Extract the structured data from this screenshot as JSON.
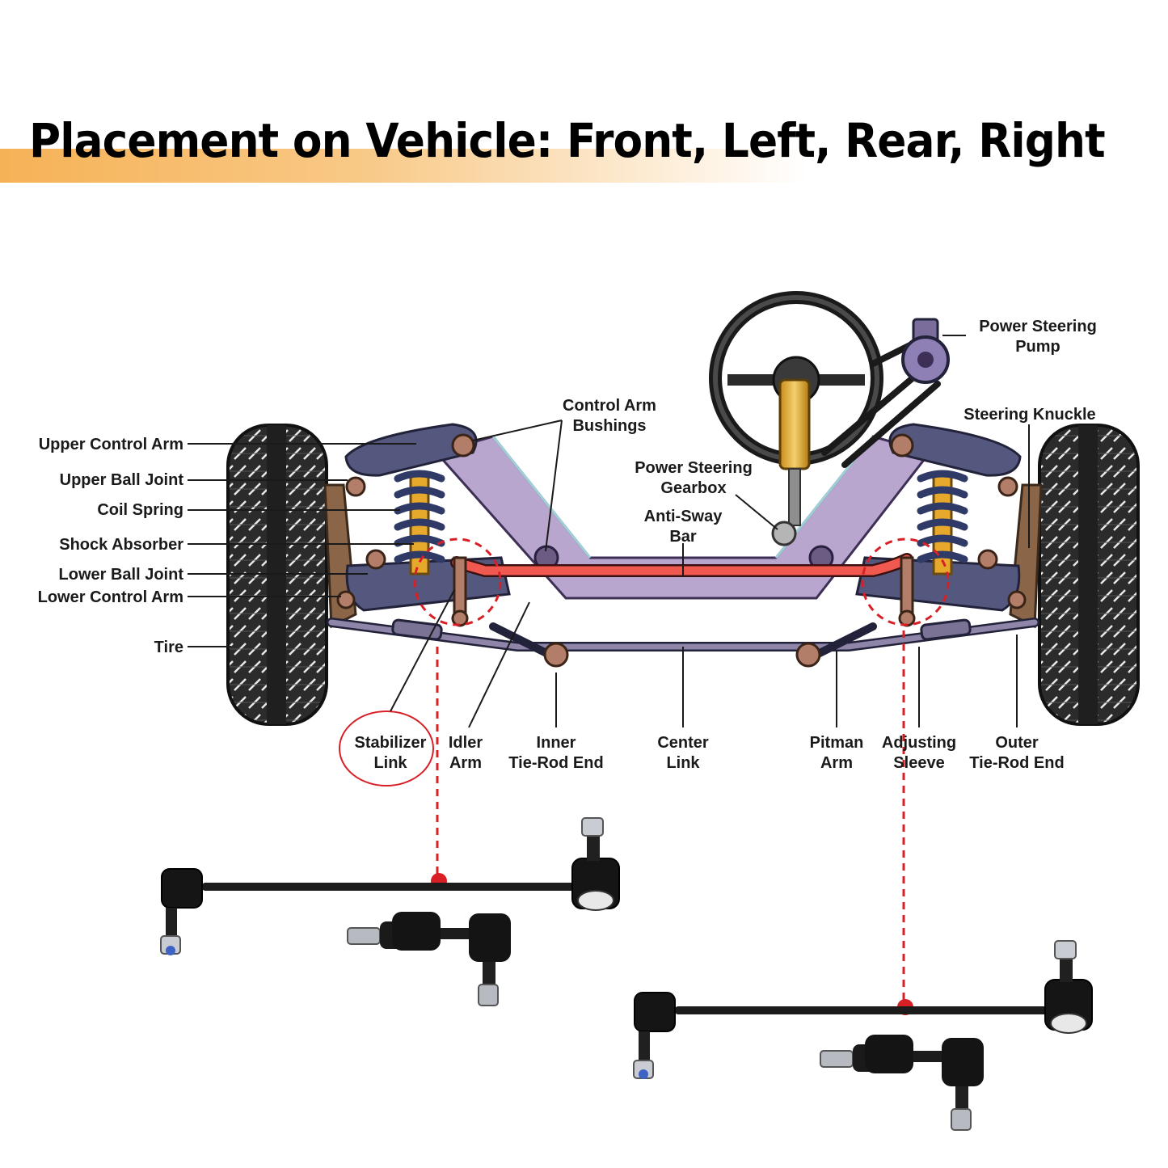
{
  "title": "Placement on Vehicle: Front, Left, Rear, Right",
  "labels": {
    "upper_control_arm": "Upper Control Arm",
    "upper_ball_joint": "Upper Ball Joint",
    "coil_spring": "Coil Spring",
    "shock_absorber": "Shock Absorber",
    "lower_ball_joint": "Lower Ball Joint",
    "lower_control_arm": "Lower Control Arm",
    "tire": "Tire",
    "control_arm_bushings_1": "Control Arm",
    "control_arm_bushings_2": "Bushings",
    "power_steering_gearbox_1": "Power Steering",
    "power_steering_gearbox_2": "Gearbox",
    "anti_sway_bar_1": "Anti-Sway",
    "anti_sway_bar_2": "Bar",
    "power_steering_pump_1": "Power Steering",
    "power_steering_pump_2": "Pump",
    "steering_knuckle": "Steering Knuckle",
    "stabilizer_link_1": "Stabilizer",
    "stabilizer_link_2": "Link",
    "idler_arm_1": "Idler",
    "idler_arm_2": "Arm",
    "inner_tie_rod_end_1": "Inner",
    "inner_tie_rod_end_2": "Tie-Rod End",
    "center_link_1": "Center",
    "center_link_2": "Link",
    "pitman_arm_1": "Pitman",
    "pitman_arm_2": "Arm",
    "adjusting_sleeve_1": "Adjusting",
    "adjusting_sleeve_2": "Sleeve",
    "outer_tie_rod_end_1": "Outer",
    "outer_tie_rod_end_2": "Tie-Rod End"
  },
  "colors": {
    "frame": "#b9a6cf",
    "frame_stroke": "#3d2f55",
    "arm": "#55587e",
    "spring": "#2f3a66",
    "shock": "#e6a92c",
    "sway_bar": "#f0594f",
    "highlight": "#d81f26",
    "tire": "#2b2b2b",
    "title_band": "#f6b256"
  }
}
